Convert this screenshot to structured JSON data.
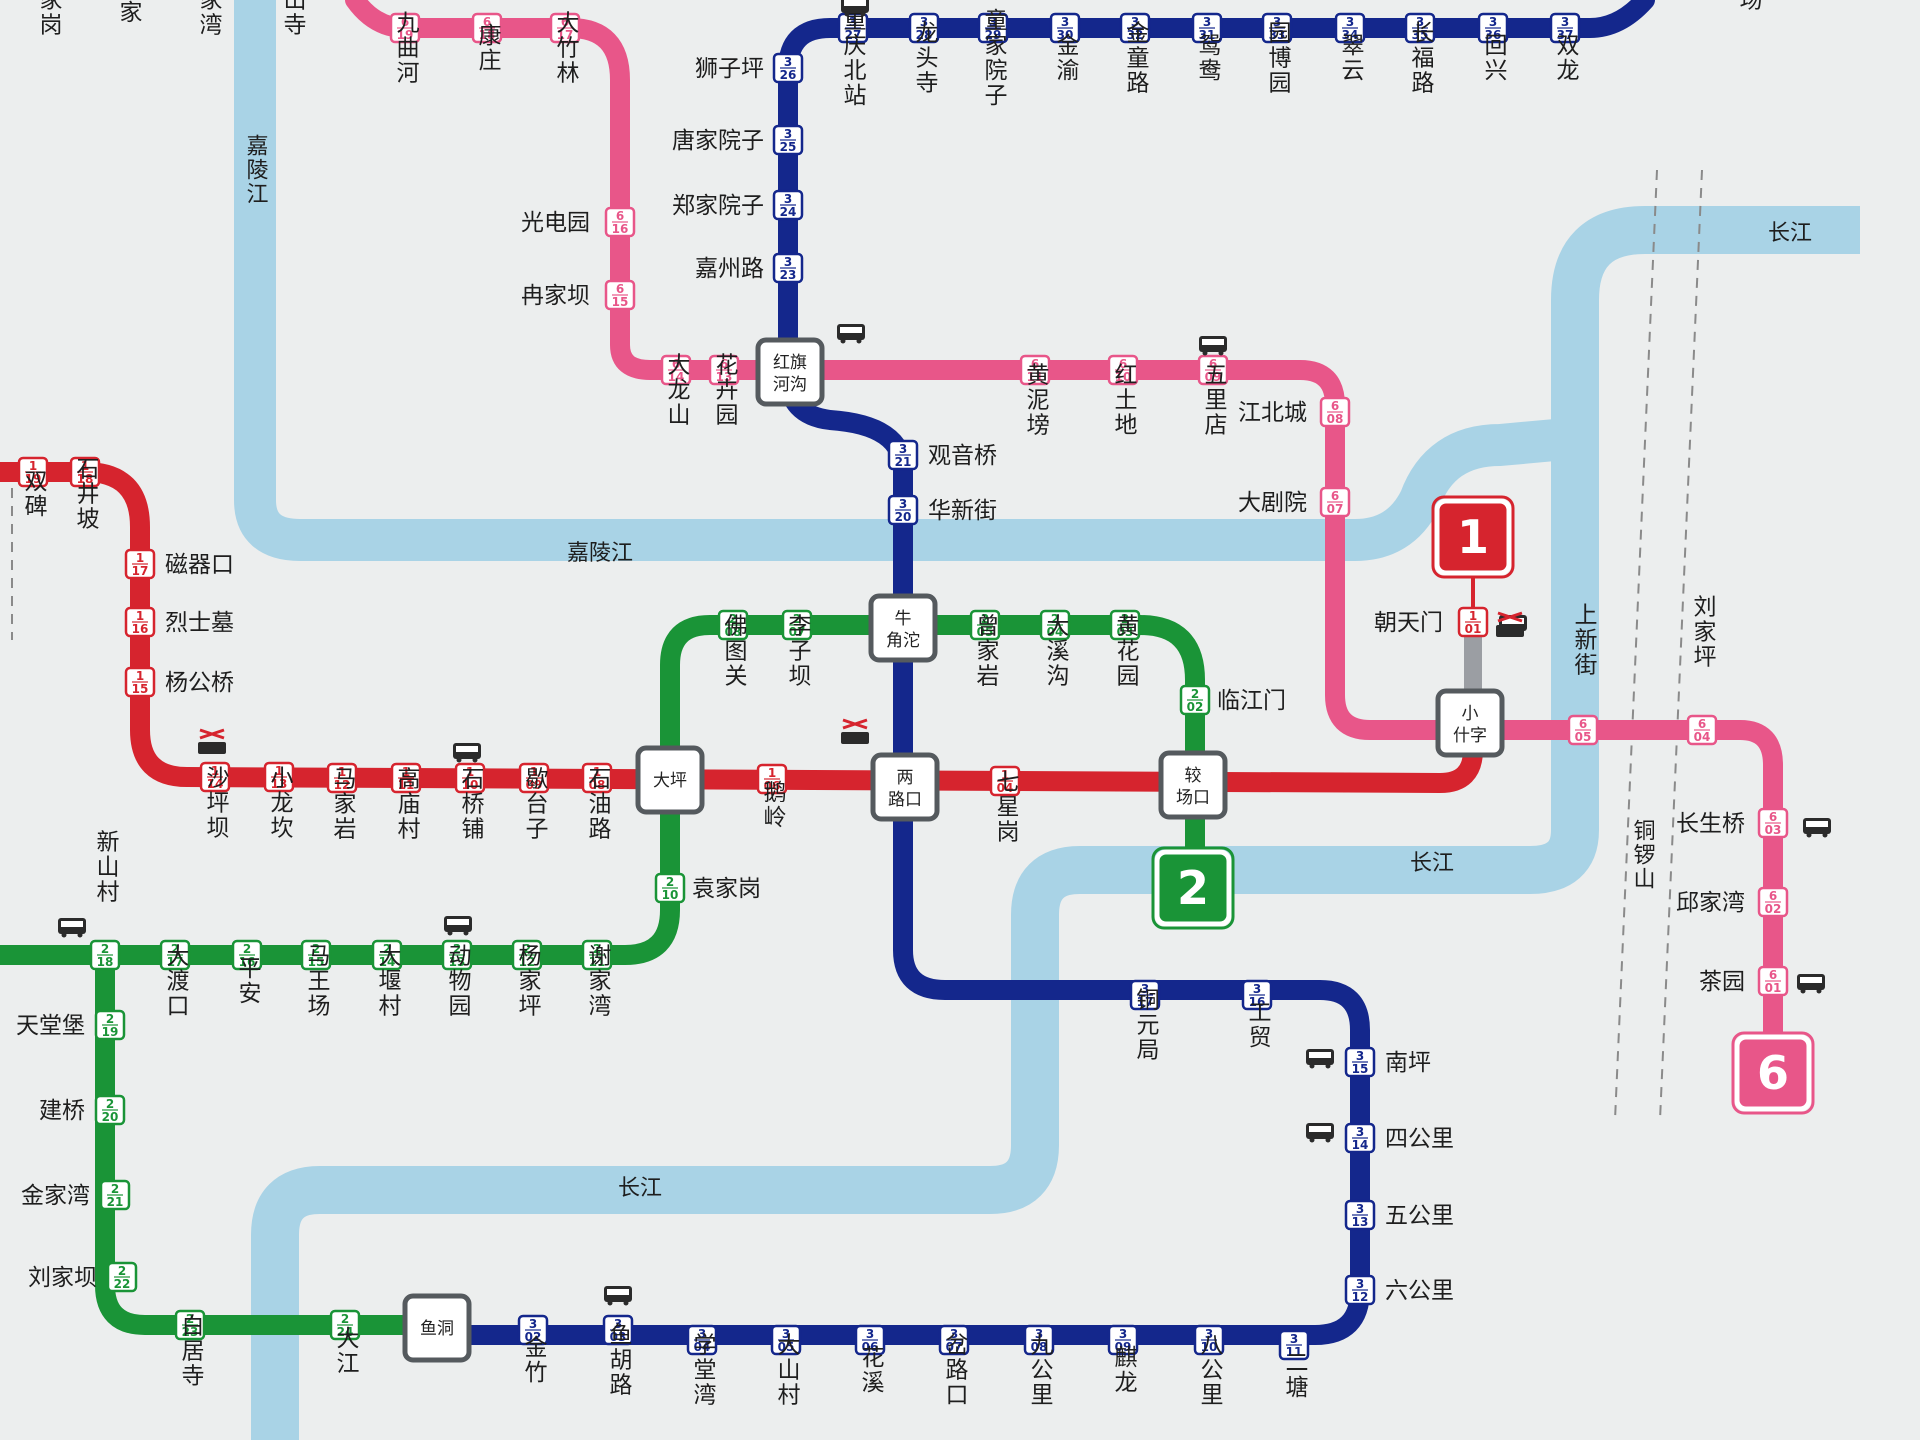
{
  "colors": {
    "line1": "#d6242e",
    "line2": "#1a9437",
    "line3": "#14278c",
    "line6": "#e85689",
    "river": "#a9d3e6",
    "background": "#eceeee",
    "station_badge": "#ffffff",
    "text": "#1e1e1e"
  },
  "lines": [
    {
      "id": "line1",
      "badge": "1"
    },
    {
      "id": "line2",
      "badge": "2"
    },
    {
      "id": "line6",
      "badge": "6"
    }
  ],
  "rivers": [
    {
      "name": "嘉陵江"
    },
    {
      "name": "嘉陵江"
    },
    {
      "name": "长江"
    },
    {
      "name": "长江"
    },
    {
      "name": "长江"
    }
  ],
  "mountain": {
    "name": "铜锣山"
  },
  "interchanges": [
    {
      "name": "红旗河沟"
    },
    {
      "name": "牛角沱"
    },
    {
      "name": "大坪"
    },
    {
      "name": "两路口"
    },
    {
      "name": "较场口"
    },
    {
      "name": "小什字"
    },
    {
      "name": "鱼洞"
    }
  ],
  "stations": [
    {
      "name": "九曲河",
      "line": "6",
      "code": "19"
    },
    {
      "name": "康庄",
      "line": "6",
      "code": "18"
    },
    {
      "name": "大竹林",
      "line": "6",
      "code": "17"
    },
    {
      "name": "光电园",
      "line": "6",
      "code": "16"
    },
    {
      "name": "冉家坝",
      "line": "6",
      "code": "15"
    },
    {
      "name": "大龙山",
      "line": "6",
      "code": "14"
    },
    {
      "name": "花卉园",
      "line": "6",
      "code": "13"
    },
    {
      "name": "黄泥塝",
      "line": "6",
      "code": "11"
    },
    {
      "name": "红土地",
      "line": "6",
      "code": "10"
    },
    {
      "name": "五里店",
      "line": "6",
      "code": "09"
    },
    {
      "name": "江北城",
      "line": "6",
      "code": "08"
    },
    {
      "name": "大剧院",
      "line": "6",
      "code": "07"
    },
    {
      "name": "上新街",
      "line": "6",
      "code": "05"
    },
    {
      "name": "刘家坪",
      "line": "6",
      "code": "04"
    },
    {
      "name": "长生桥",
      "line": "6",
      "code": "03"
    },
    {
      "name": "邱家湾",
      "line": "6",
      "code": "02"
    },
    {
      "name": "茶园",
      "line": "6",
      "code": "01"
    },
    {
      "name": "重庆北站",
      "line": "3",
      "code": "27"
    },
    {
      "name": "龙头寺",
      "line": "3",
      "code": "28"
    },
    {
      "name": "童家院子",
      "line": "3",
      "code": "29"
    },
    {
      "name": "金渝",
      "line": "3",
      "code": "30"
    },
    {
      "name": "金童路",
      "line": "3",
      "code": "32"
    },
    {
      "name": "鸳鸯",
      "line": "3",
      "code": "31"
    },
    {
      "name": "园博园",
      "line": "3",
      "code": "33"
    },
    {
      "name": "翠云",
      "line": "3",
      "code": "34"
    },
    {
      "name": "长福路",
      "line": "3",
      "code": "35"
    },
    {
      "name": "回兴",
      "line": "3",
      "code": "36"
    },
    {
      "name": "双龙",
      "line": "3",
      "code": "37"
    },
    {
      "name": "狮子坪",
      "line": "3",
      "code": "26"
    },
    {
      "name": "唐家院子",
      "line": "3",
      "code": "25"
    },
    {
      "name": "郑家院子",
      "line": "3",
      "code": "24"
    },
    {
      "name": "嘉州路",
      "line": "3",
      "code": "23"
    },
    {
      "name": "观音桥",
      "line": "3",
      "code": "21"
    },
    {
      "name": "华新街",
      "line": "3",
      "code": "20"
    },
    {
      "name": "铜元局",
      "line": "3",
      "code": "17"
    },
    {
      "name": "工贸",
      "line": "3",
      "code": "16"
    },
    {
      "name": "南坪",
      "line": "3",
      "code": "15"
    },
    {
      "name": "四公里",
      "line": "3",
      "code": "14"
    },
    {
      "name": "五公里",
      "line": "3",
      "code": "13"
    },
    {
      "name": "六公里",
      "line": "3",
      "code": "12"
    },
    {
      "name": "二塘",
      "line": "3",
      "code": "11"
    },
    {
      "name": "八公里",
      "line": "3",
      "code": "10"
    },
    {
      "name": "麒龙",
      "line": "3",
      "code": "09"
    },
    {
      "name": "九公里",
      "line": "3",
      "code": "08"
    },
    {
      "name": "岔路口",
      "line": "3",
      "code": "07"
    },
    {
      "name": "花溪",
      "line": "3",
      "code": "06"
    },
    {
      "name": "大山村",
      "line": "3",
      "code": "05"
    },
    {
      "name": "学堂湾",
      "line": "3",
      "code": "04"
    },
    {
      "name": "鱼胡路",
      "line": "3",
      "code": "03"
    },
    {
      "name": "金竹",
      "line": "3",
      "code": "02"
    },
    {
      "name": "双碑",
      "line": "1",
      "code": "19"
    },
    {
      "name": "石井坡",
      "line": "1",
      "code": "18"
    },
    {
      "name": "磁器口",
      "line": "1",
      "code": "17"
    },
    {
      "name": "烈士墓",
      "line": "1",
      "code": "16"
    },
    {
      "name": "杨公桥",
      "line": "1",
      "code": "15"
    },
    {
      "name": "沙坪坝",
      "line": "1",
      "code": "14"
    },
    {
      "name": "小龙坎",
      "line": "1",
      "code": "13"
    },
    {
      "name": "马家岩",
      "line": "1",
      "code": "12"
    },
    {
      "name": "高庙村",
      "line": "1",
      "code": "11"
    },
    {
      "name": "石桥铺",
      "line": "1",
      "code": "10"
    },
    {
      "name": "歇台子",
      "line": "1",
      "code": "09"
    },
    {
      "name": "石油路",
      "line": "1",
      "code": "08"
    },
    {
      "name": "鹅岭",
      "line": "1",
      "code": "06"
    },
    {
      "name": "七星岗",
      "line": "1",
      "code": "04"
    },
    {
      "name": "朝天门",
      "line": "1",
      "code": "01"
    },
    {
      "name": "佛图关",
      "line": "2",
      "code": "08"
    },
    {
      "name": "李子坝",
      "line": "2",
      "code": "07"
    },
    {
      "name": "曾家岩",
      "line": "2",
      "code": "05"
    },
    {
      "name": "大溪沟",
      "line": "2",
      "code": "04"
    },
    {
      "name": "黄花园",
      "line": "2",
      "code": "03"
    },
    {
      "name": "临江门",
      "line": "2",
      "code": "02"
    },
    {
      "name": "袁家岗",
      "line": "2",
      "code": "10"
    },
    {
      "name": "谢家湾",
      "line": "2",
      "code": "11"
    },
    {
      "name": "杨家坪",
      "line": "2",
      "code": "12"
    },
    {
      "name": "动物园",
      "line": "2",
      "code": "13"
    },
    {
      "name": "大堰村",
      "line": "2",
      "code": "14"
    },
    {
      "name": "马王场",
      "line": "2",
      "code": "15"
    },
    {
      "name": "平安",
      "line": "2",
      "code": "16"
    },
    {
      "name": "大渡口",
      "line": "2",
      "code": "17"
    },
    {
      "name": "新山村",
      "line": "2",
      "code": "18"
    },
    {
      "name": "天堂堡",
      "line": "2",
      "code": "19"
    },
    {
      "name": "建桥",
      "line": "2",
      "code": "20"
    },
    {
      "name": "金家湾",
      "line": "2",
      "code": "21"
    },
    {
      "name": "刘家坝",
      "line": "2",
      "code": "22"
    },
    {
      "name": "白居寺",
      "line": "2",
      "code": "23"
    },
    {
      "name": "大江",
      "line": "2",
      "code": "24"
    }
  ],
  "edge_labels": [
    {
      "text": "向家岗"
    },
    {
      "text": "蔡家"
    },
    {
      "text": "曾家湾"
    },
    {
      "text": "金山寺"
    },
    {
      "text": "场"
    }
  ]
}
